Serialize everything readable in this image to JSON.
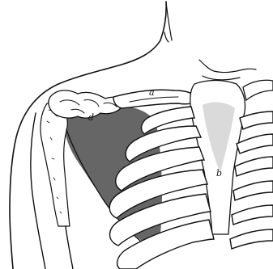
{
  "labels": {
    "a": "a",
    "b": "b",
    "d": "d"
  },
  "colors": {
    "ink": "#111111",
    "shaded_region": "#666666",
    "bone_fill": "#ffffff",
    "sternum_stipple": "#bbbbbb"
  }
}
